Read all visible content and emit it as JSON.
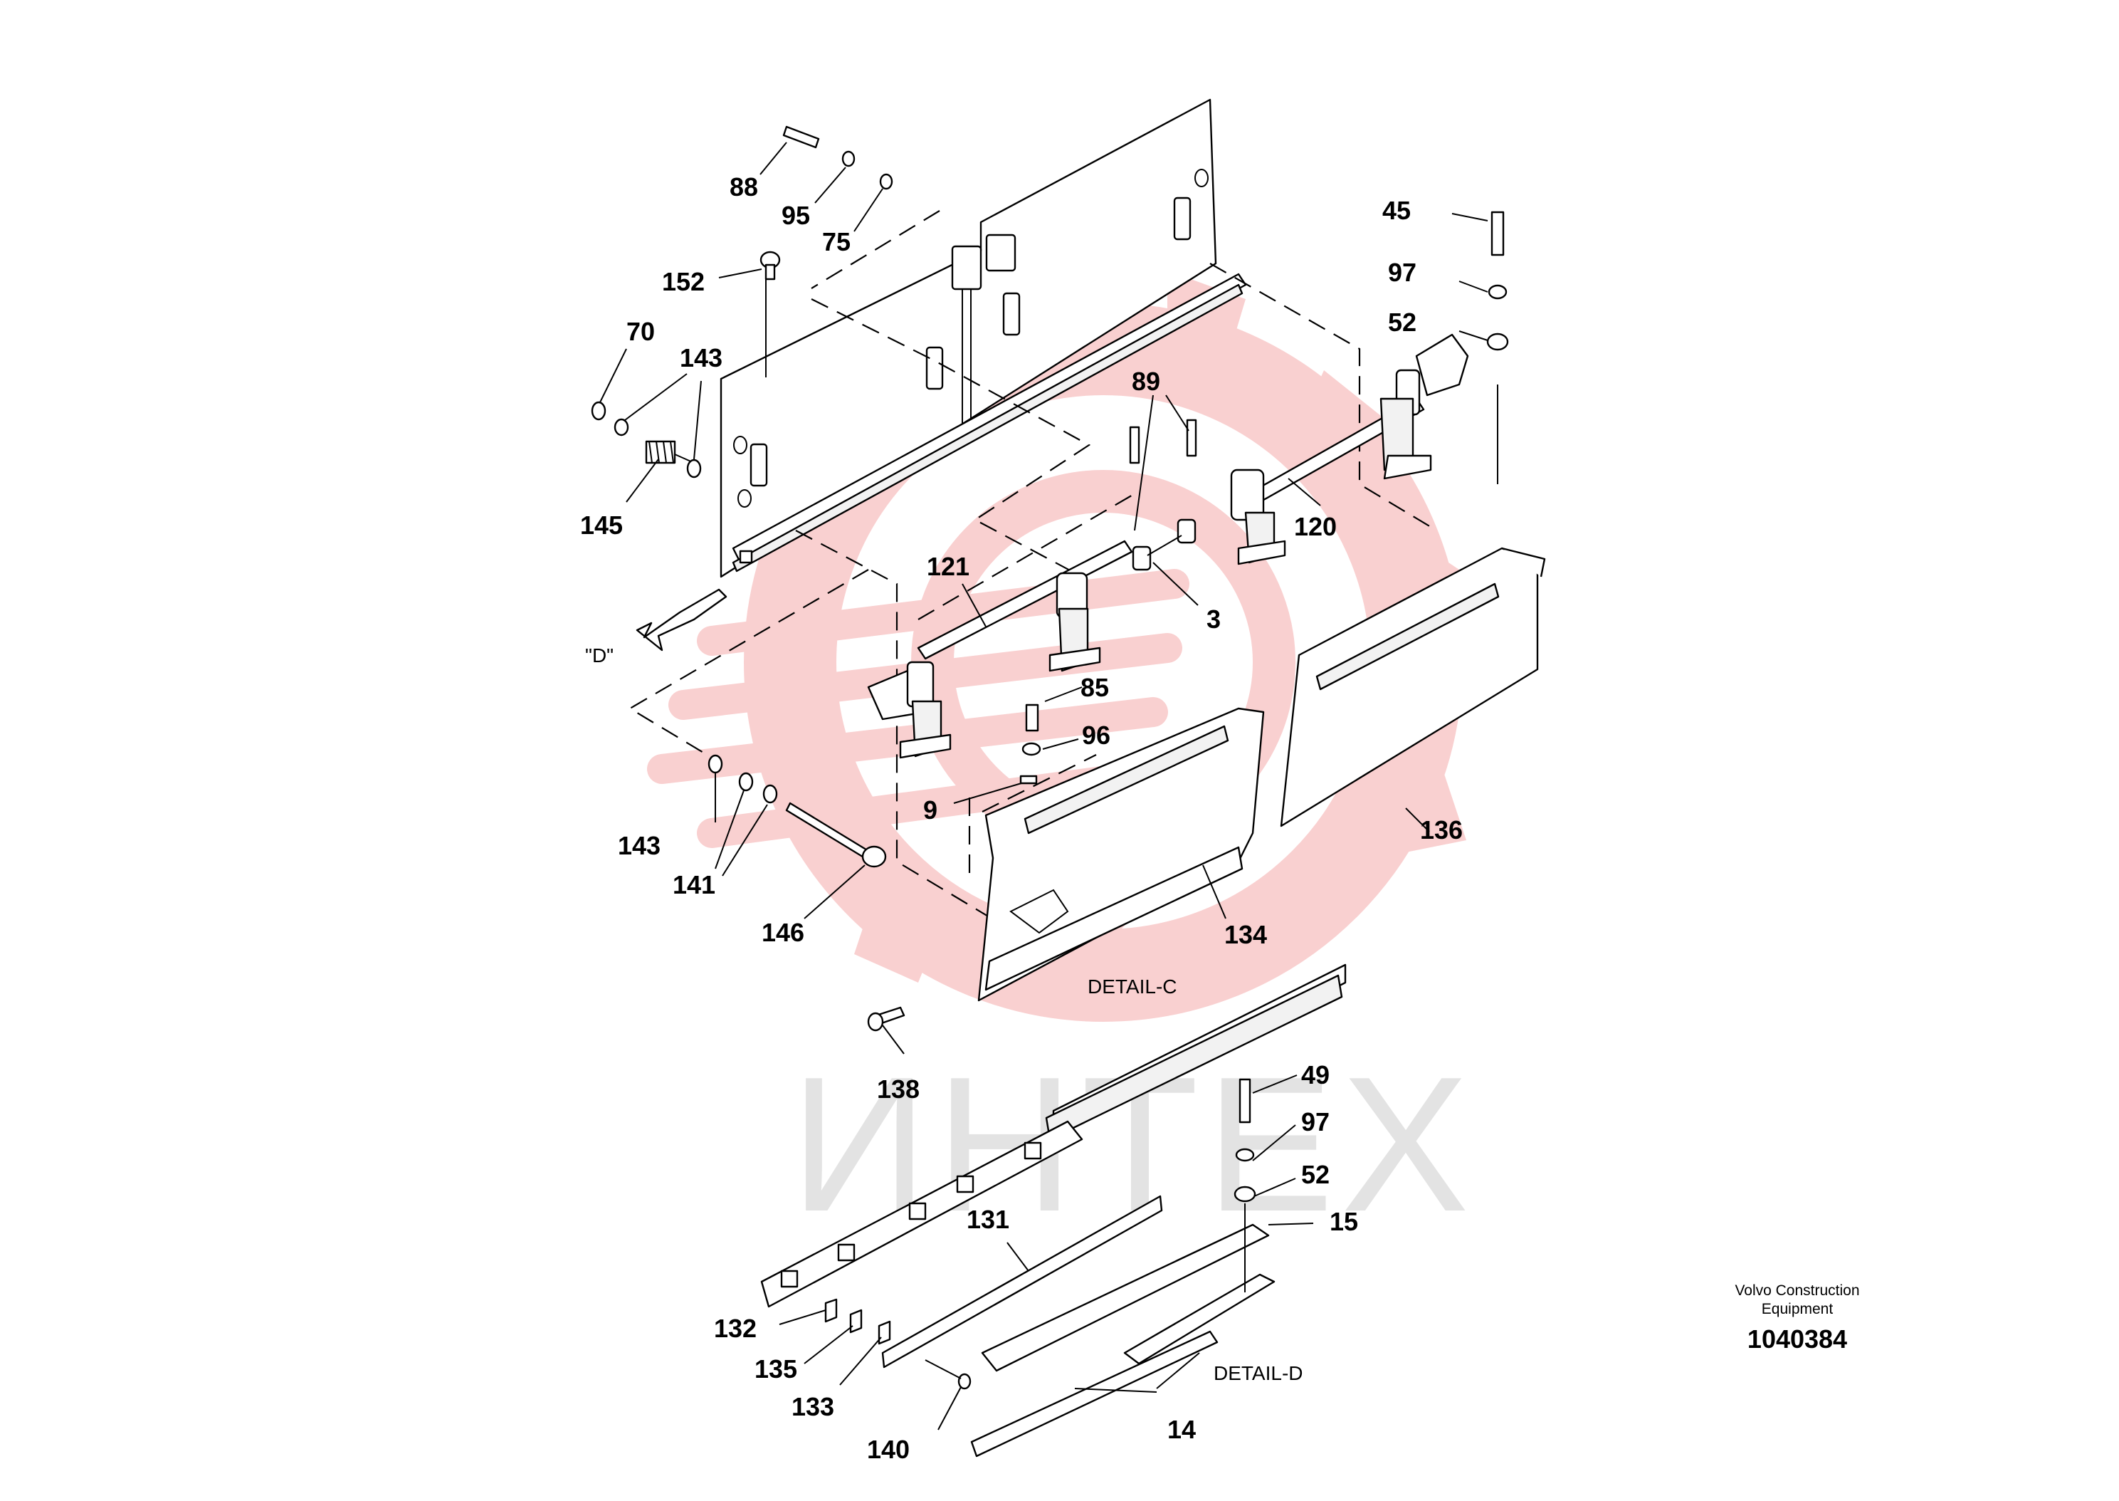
{
  "watermark": {
    "text": "ИНТЕХ",
    "logo_color": "#f9d0d0",
    "text_color": "#e3e3e3"
  },
  "details": {
    "detail_c": "DETAIL-C",
    "detail_d": "DETAIL-D",
    "view_ref": "\"D\""
  },
  "info": {
    "brand_line1": "Volvo Construction",
    "brand_line2": "Equipment",
    "code": "1040384"
  },
  "labels": {
    "p88": "88",
    "p95": "95",
    "p75": "75",
    "p152": "152",
    "p70": "70",
    "p143a": "143",
    "p145": "145",
    "p45": "45",
    "p97a": "97",
    "p52a": "52",
    "p89": "89",
    "p120": "120",
    "p121": "121",
    "p3": "3",
    "p85": "85",
    "p96": "96",
    "p9": "9",
    "p143b": "143",
    "p141": "141",
    "p146": "146",
    "p134": "134",
    "p136": "136",
    "p138": "138",
    "p49": "49",
    "p97b": "97",
    "p52b": "52",
    "p15": "15",
    "p131": "131",
    "p132": "132",
    "p135": "135",
    "p133": "133",
    "p140": "140",
    "p14": "14"
  }
}
